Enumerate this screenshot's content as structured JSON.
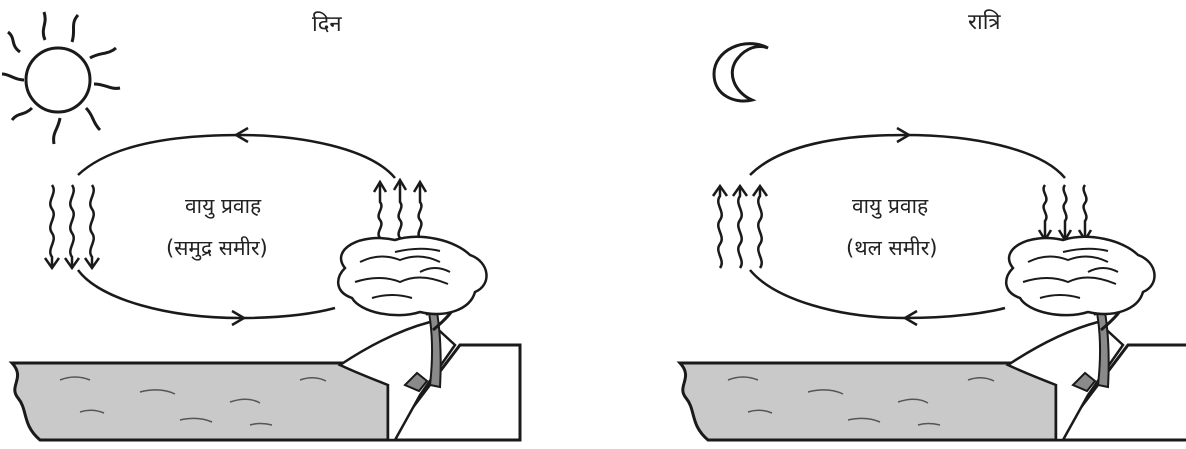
{
  "panels": [
    {
      "title": "दिन",
      "flow_label": "वायु प्रवाह",
      "breeze_label": "(समुद्र समीर)"
    },
    {
      "title": "रात्रि",
      "flow_label": "वायु प्रवाह",
      "breeze_label": "(थल समीर)"
    }
  ],
  "colors": {
    "ink": "#1a1a1a",
    "water": "#c9c9c9",
    "tree": "#8a8a8a",
    "background": "#ffffff"
  },
  "icons": {
    "day": "sun-icon",
    "night": "crescent-moon-icon"
  }
}
